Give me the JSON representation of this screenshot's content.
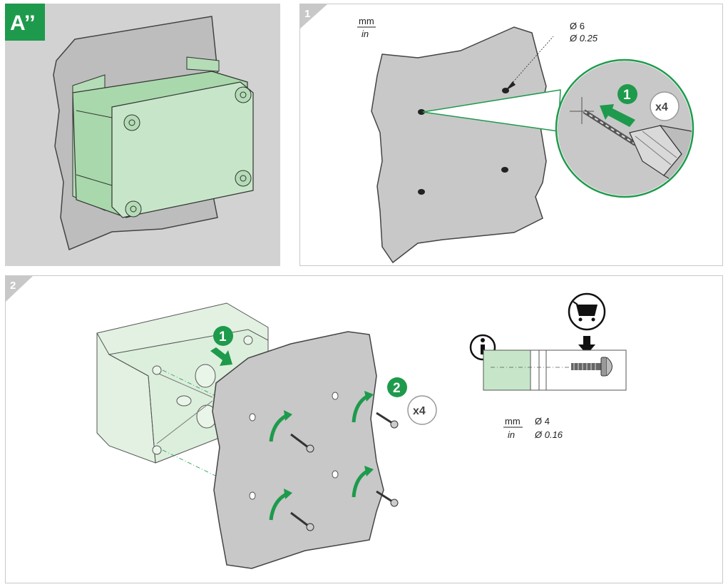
{
  "panel_a": {
    "label": "A’’"
  },
  "step1": {
    "number": "1",
    "units": {
      "top": "mm",
      "bottom": "in"
    },
    "hole_dia": {
      "mm": "Ø 6",
      "in": "Ø 0.25"
    },
    "drill_step": "1",
    "quantity": "x4"
  },
  "step2": {
    "number": "2",
    "push_step": "1",
    "screw_step": "2",
    "quantity": "x4",
    "units": {
      "top": "mm",
      "bottom": "in"
    },
    "screw_dia": {
      "mm": "Ø 4",
      "in": "Ø 0.16"
    },
    "icons": [
      "info-icon",
      "shopping-cart-icon"
    ]
  },
  "colors": {
    "green": "#1e9a4c",
    "light_green": "#c7e6c9",
    "wall_gray": "#c8c8c8",
    "panel_bg": "#d2d2d2"
  }
}
